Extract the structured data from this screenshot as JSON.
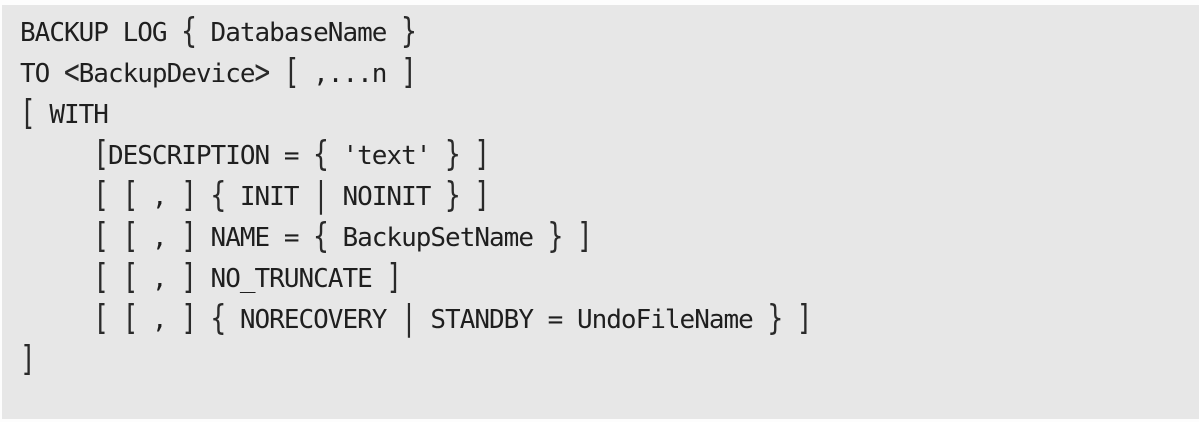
{
  "page": {
    "background_color": "#fdfdfd"
  },
  "code_block": {
    "kind": "sql-syntax-block",
    "background_color": "#e7e7e7",
    "text_color": "#1f1f1f",
    "lines": [
      "BACKUP LOG { DatabaseName }",
      "TO <BackupDevice> [ ,...n ]",
      "[ WITH",
      "     [DESCRIPTION = { 'text' } ]",
      "     [ [ , ] { INIT | NOINIT } ]",
      "     [ [ , ] NAME = { BackupSetName } ]",
      "     [ [ , ] NO_TRUNCATE ]",
      "     [ [ , ] { NORECOVERY | STANDBY = UndoFileName } ]",
      "]"
    ]
  }
}
